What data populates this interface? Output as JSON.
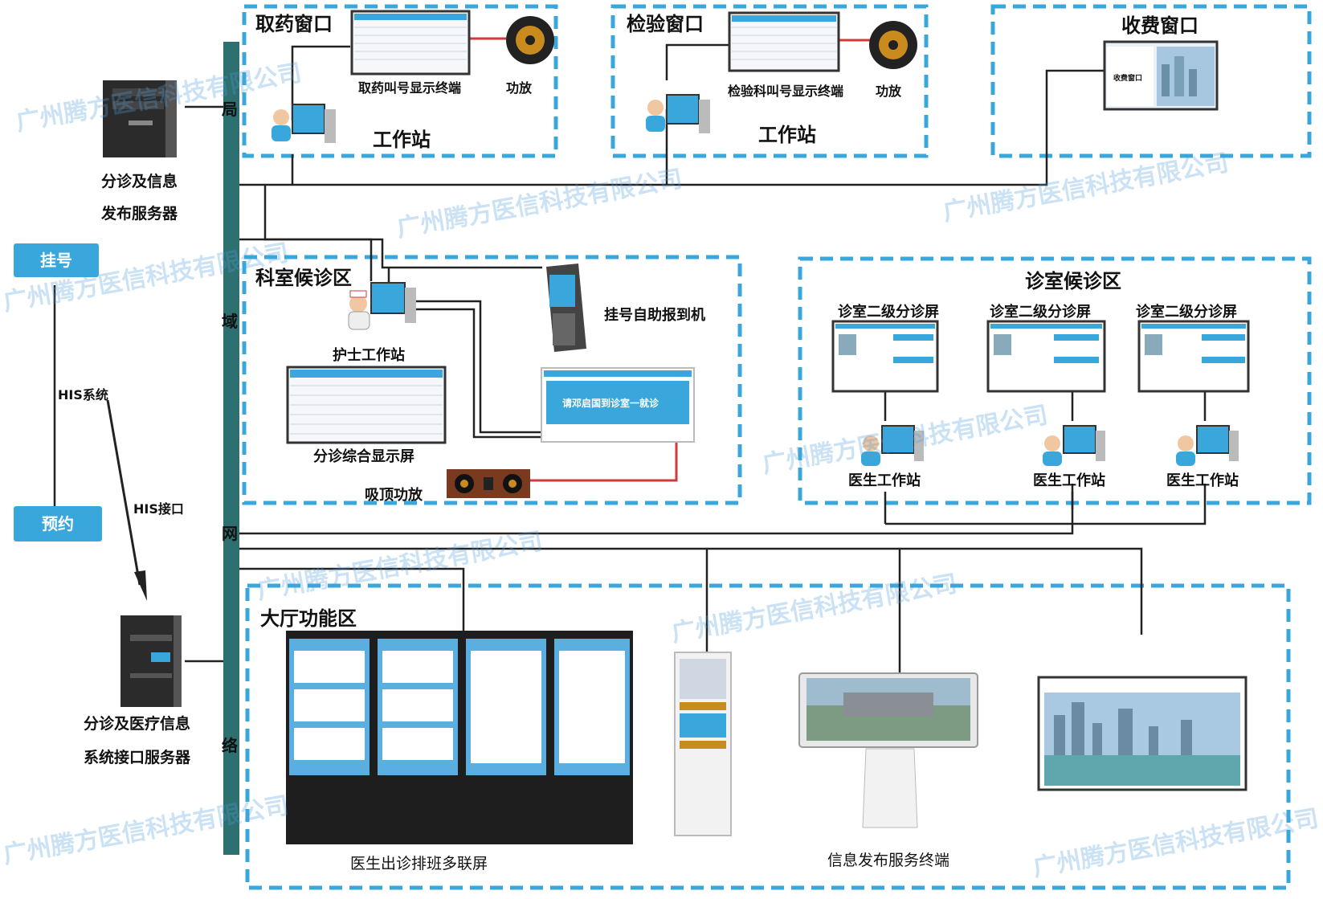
{
  "colors": {
    "zone_border": "#3aa7dc",
    "backbone": "#2e6f6f",
    "wire": "#222222",
    "audio_wire": "#d23b3b"
  },
  "backbone_chars": [
    "局",
    "域",
    "网",
    "络"
  ],
  "left": {
    "server1": "分诊及信息\n发布服务器",
    "register_button": "挂号",
    "reserve_button": "预约",
    "his_system": "HIS系统",
    "his_interface": "HIS接口",
    "server2": "分诊及医疗信息\n系统接口服务器"
  },
  "zones": {
    "pharmacy": {
      "title": "取药窗口",
      "display": "取药叫号显示终端",
      "amp": "功放",
      "workstation": "工作站"
    },
    "lab": {
      "title": "检验窗口",
      "display": "检验科叫号显示终端",
      "amp": "功放",
      "workstation": "工作站"
    },
    "cashier": {
      "title": "收费窗口",
      "screen_text": "收费窗口"
    },
    "dept_waiting": {
      "title": "科室候诊区",
      "nurse": "护士工作站",
      "kiosk": "挂号自助报到机",
      "triage_screen": "分诊综合显示屏",
      "call_text": "请邓启国到诊室一就诊",
      "ceiling_amp": "吸顶功放"
    },
    "clinic_waiting": {
      "title": "诊室候诊区",
      "screens": [
        "诊室二级分诊屏",
        "诊室二级分诊屏",
        "诊室二级分诊屏"
      ],
      "doctors": [
        "医生工作站",
        "医生工作站",
        "医生工作站"
      ]
    },
    "hall": {
      "title": "大厅功能区",
      "schedule": "医生出诊排班多联屏",
      "info_terminal": "信息发布服务终端"
    }
  },
  "watermark": "广州腾方医信科技有限公司"
}
